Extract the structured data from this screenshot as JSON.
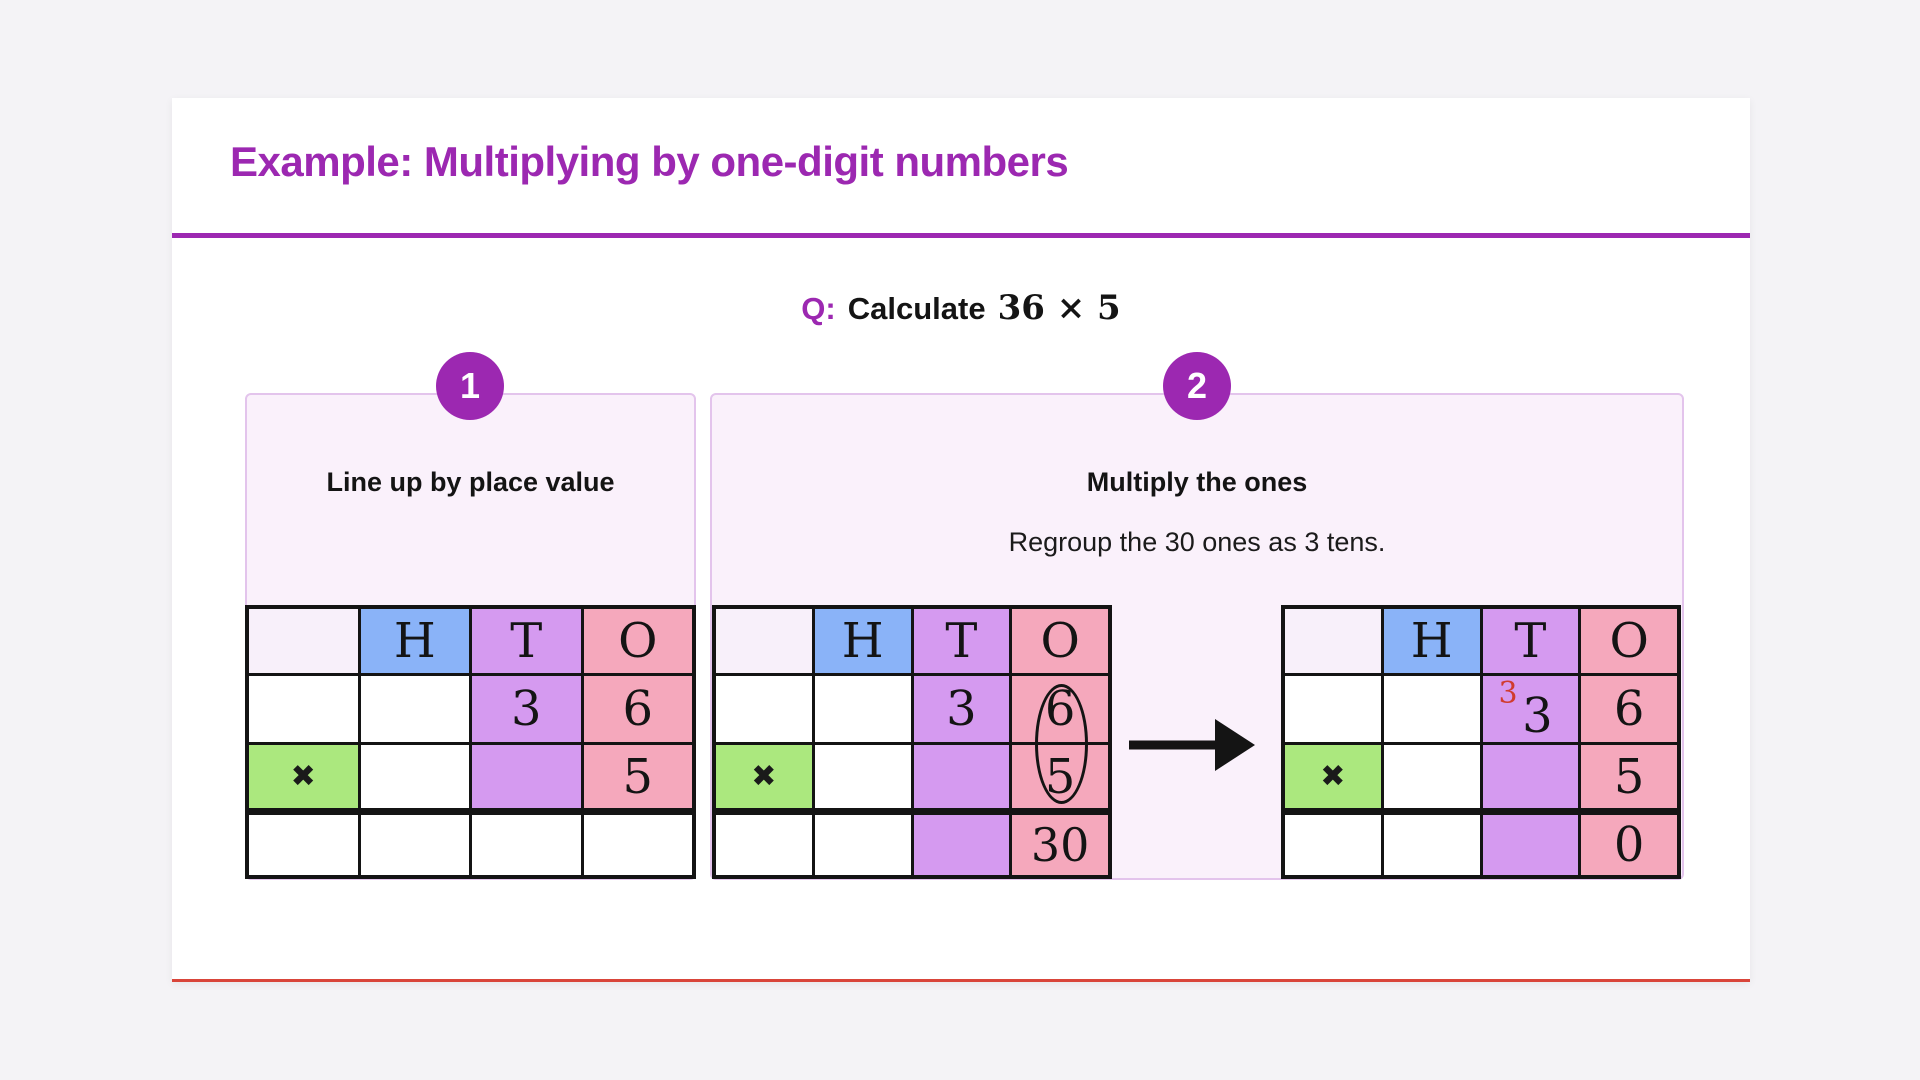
{
  "header": {
    "title": "Example: Multiplying by one-digit numbers"
  },
  "question": {
    "label": "Q:",
    "verb": "Calculate",
    "expression": "36 × 5"
  },
  "steps": [
    {
      "number": "1",
      "title": "Line up by place value"
    },
    {
      "number": "2",
      "title": "Multiply the ones",
      "subtitle": "Regroup the 30 ones as 3 tens."
    }
  ],
  "place_value_columns": [
    "H",
    "T",
    "O"
  ],
  "tables": [
    {
      "label": "Step 1: line up by place value",
      "rows": [
        [
          "",
          "H",
          "T",
          "O"
        ],
        [
          "",
          "",
          "3",
          "6"
        ],
        [
          "✖",
          "",
          "",
          "5"
        ],
        [
          "",
          "",
          "",
          ""
        ]
      ]
    },
    {
      "label": "Step 2: multiply the ones (6 and 5 circled)",
      "annotation": "ellipse around 6 and 5",
      "rows": [
        [
          "",
          "H",
          "T",
          "O"
        ],
        [
          "",
          "",
          "3",
          "6"
        ],
        [
          "✖",
          "",
          "",
          "5"
        ],
        [
          "",
          "",
          "",
          "30"
        ]
      ]
    },
    {
      "label": "Step 2 result: regrouped with carry",
      "carry": "3",
      "rows": [
        [
          "",
          "H",
          "T",
          "O"
        ],
        [
          "",
          "",
          "3",
          "6"
        ],
        [
          "✖",
          "",
          "",
          "5"
        ],
        [
          "",
          "",
          "",
          "0"
        ]
      ]
    }
  ],
  "colors": {
    "accent_purple": "#9c28b1",
    "header_blue": "#8ab3f8",
    "cell_purple": "#d59af0",
    "cell_pink": "#f5a8bc",
    "cell_green": "#abe87e",
    "cell_lavender": "#f8f0fa",
    "panel_bg": "#faf1fb",
    "panel_border": "#e3c4ec",
    "carry_red": "#d03b2e",
    "card_bottom_line": "#d9453a",
    "grid_black": "#141414",
    "page_bg": "#f4f3f6"
  }
}
